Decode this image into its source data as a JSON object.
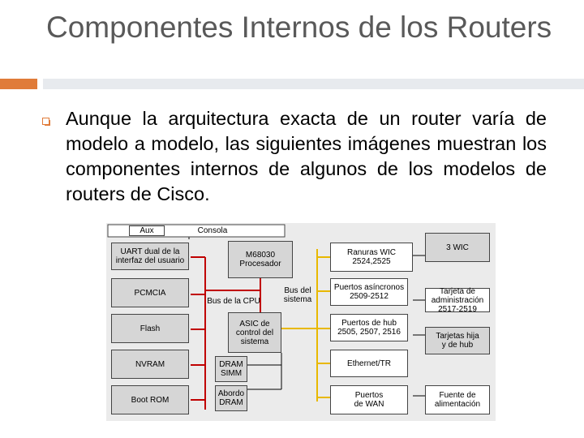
{
  "slide": {
    "title": "Componentes Internos de los Routers",
    "bullet_text": "Aunque la arquitectura exacta de un router varía de modelo a modelo, las siguientes imágenes muestran los componentes internos de algunos de los modelos de routers de Cisco."
  },
  "diagram": {
    "aux": "Aux",
    "consola": "Consola",
    "uart": "UART dual de la\ninterfaz del usuario",
    "pcmcia": "PCMCIA",
    "flash": "Flash",
    "nvram": "NVRAM",
    "bootrom": "Boot ROM",
    "cpu": "M68030\nProcesador",
    "bus_cpu": "Bus de la CPU",
    "bus_sistema": "Bus del\nsistema",
    "asic": "ASIC de\ncontrol del\nsistema",
    "dram_simm": "DRAM\nSIMM",
    "dram_abordo": "Abordo\nDRAM",
    "wic_slots": "Ranuras WIC\n2524,2525",
    "async_ports": "Puertos asíncronos\n2509-2512",
    "hub_ports": "Puertos de hub\n2505, 2507, 2516",
    "ethernet": "Ethernet/TR",
    "wan_ports": "Puertos\nde WAN",
    "wic3": "3 WIC",
    "admin_card": "Tarjeta de\nadministración\n2517-2519",
    "hub_cards": "Tarjetas hija\ny de hub",
    "power": "Fuente de\nalimentación"
  },
  "colors": {
    "title": "#595959",
    "accent": "#e07b39",
    "accent_bar": "#e7eaee",
    "cpu_bus": "#c00000",
    "system_bus": "#e8b800"
  }
}
